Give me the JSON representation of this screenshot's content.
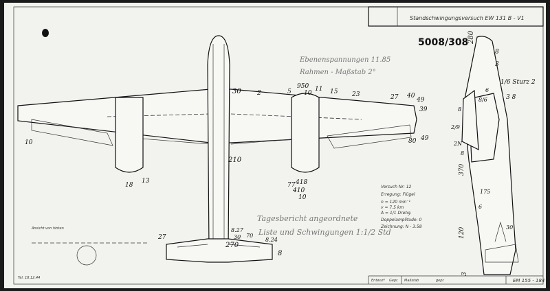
{
  "title_block": {
    "drawing_title": "Standschwingungsversuch EW 131 B - V1",
    "drawing_number": "5008/308",
    "footer_code": "EM 155 - 184",
    "footer_fields": [
      "Entwurf",
      "Gepr.",
      "Maßstab",
      "gepr."
    ]
  },
  "notes": {
    "note_top_1": "Ebenenspannungen 11.85",
    "note_top_2": "Rahmen - Maßstab 2°",
    "note_center_1": "Tagesbericht angeordnete",
    "note_center_2": "Liste und Schwingungen 1:1/2 Std",
    "note_side_1": "1/6 Sturz 2",
    "note_side_2": "3 8",
    "ansicht": "Ansicht von hinten",
    "signature": "Tel. 18.12.44"
  },
  "legend": {
    "lines": [
      "Versuch Nr: 12",
      "Erregung: Flügel",
      "n = 120 min⁻¹",
      "v = 7.5 km",
      "A = 1/1 Drehg.",
      "Doppelamplitude: 0",
      "Zeichnung: N - 3.58"
    ]
  },
  "point_labels": {
    "n30": "30",
    "n2": "2",
    "n5": "5",
    "n950": "950",
    "n10a": "10",
    "n11": "11",
    "n15": "15",
    "n23": "23",
    "n27": "27",
    "n40": "40",
    "n49": "49",
    "n39": "39",
    "n49b": "49",
    "n80": "80",
    "n10b": "10",
    "n18": "18",
    "n13": "13",
    "n210": "210",
    "n77": "77",
    "n418": "418",
    "n410": "410",
    "n10c": "10",
    "n27t": "27",
    "n827": "8.27",
    "n270": "270",
    "n824": "8.24",
    "n8": "8",
    "n30b": "30",
    "n70": "70",
    "s280": "280",
    "s8": "8",
    "s3": "3",
    "s6": "6",
    "s86": "8/6",
    "s8b": "8",
    "s29": "2/9",
    "s2n": "2N",
    "s8c": "8",
    "s370": "370",
    "s175": "175",
    "s6b": "6",
    "s120": "120",
    "s30": "30",
    "s3c": "3"
  }
}
